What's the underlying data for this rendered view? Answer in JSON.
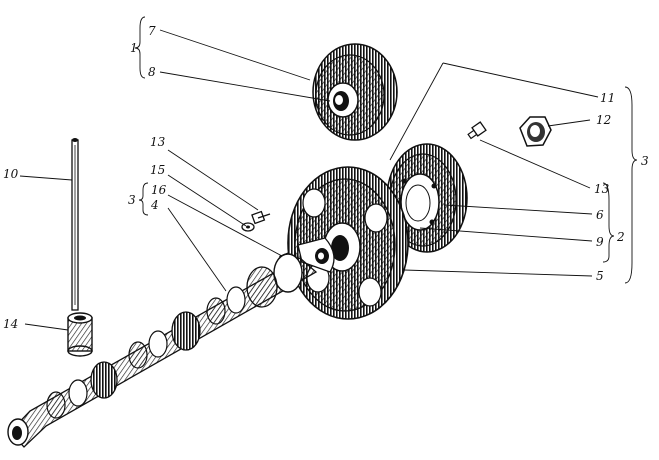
{
  "callouts": [
    {
      "id": "c1",
      "text": "1"
    },
    {
      "id": "c7",
      "text": "7"
    },
    {
      "id": "c8",
      "text": "8"
    },
    {
      "id": "c11",
      "text": "11"
    },
    {
      "id": "c12",
      "text": "12"
    },
    {
      "id": "c3r",
      "text": "3"
    },
    {
      "id": "c13a",
      "text": "13"
    },
    {
      "id": "c15",
      "text": "15"
    },
    {
      "id": "c3l",
      "text": "3"
    },
    {
      "id": "c16",
      "text": "16"
    },
    {
      "id": "c4",
      "text": "4"
    },
    {
      "id": "c10",
      "text": "10"
    },
    {
      "id": "c13b",
      "text": "13"
    },
    {
      "id": "c6",
      "text": "6"
    },
    {
      "id": "c2",
      "text": "2"
    },
    {
      "id": "c9",
      "text": "9"
    },
    {
      "id": "c5",
      "text": "5"
    },
    {
      "id": "c14",
      "text": "14"
    }
  ],
  "colors": {
    "ink": "#111111",
    "paper": "#ffffff",
    "shade": "#555555"
  }
}
